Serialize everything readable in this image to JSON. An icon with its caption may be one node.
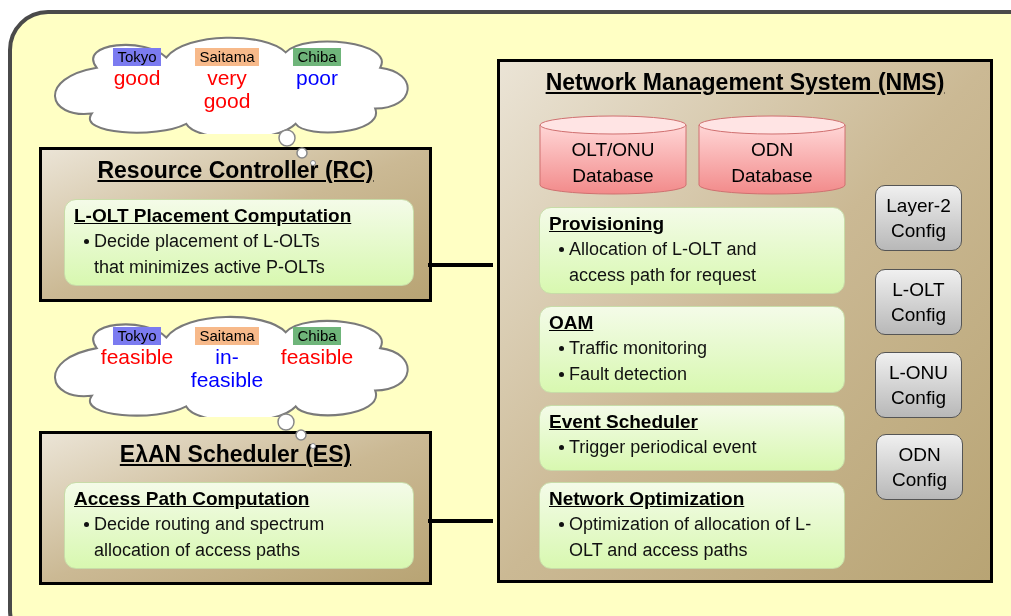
{
  "diagram": {
    "nodes": [
      {
        "text": [],
        "shape": "box"
      },
      {
        "text": [
          "Tokyo",
          "good",
          "Saitama",
          "very good",
          "Chiba",
          "poor"
        ],
        "in": 0
      },
      {
        "text": [
          "Resource Controller (RC)"
        ],
        "in": 0
      },
      {
        "text": [
          "L-OLT Placement Computation",
          "Decide placement of L-OLTs that minimizes active P-OLTs"
        ],
        "in": 2
      },
      {
        "text": [
          "Tokyo",
          "feasible",
          "Saitama",
          "in- feasible",
          "Chiba",
          "feasible"
        ],
        "in": 0
      },
      {
        "text": [
          "EλAN Scheduler (ES)"
        ],
        "in": 0
      },
      {
        "text": [
          "Access Path Computation",
          "Decide routing and spectrum allocation of access paths"
        ],
        "in": 5
      },
      {
        "text": [
          "Network Management System (NMS)"
        ],
        "in": 0
      },
      {
        "text": [
          "OLT/ONU Database"
        ],
        "in": 7
      },
      {
        "text": [
          "ODN Database"
        ],
        "in": 7
      },
      {
        "text": [
          "Provisioning",
          "Allocation of L-OLT and access path for request"
        ],
        "in": 7
      },
      {
        "text": [
          "OAM",
          "Traffic monitoring",
          "Fault detection"
        ],
        "in": 7
      },
      {
        "text": [
          "Event Scheduler",
          "Trigger periodical event"
        ],
        "in": 7
      },
      {
        "text": [
          "Network Optimization",
          "Optimization of allocation of L-OLT and access paths"
        ],
        "in": 7
      },
      {
        "text": [
          "Layer-2 Config"
        ],
        "in": 7
      },
      {
        "text": [
          "L-OLT Config"
        ],
        "in": 7
      },
      {
        "text": [
          "L-ONU Config"
        ],
        "in": 7
      },
      {
        "text": [
          "ODN Config"
        ],
        "in": 7
      }
    ],
    "edges": [
      {
        "from": 2,
        "to": 7,
        "arrow": "none"
      },
      {
        "from": 5,
        "to": 7,
        "arrow": "none"
      }
    ]
  }
}
